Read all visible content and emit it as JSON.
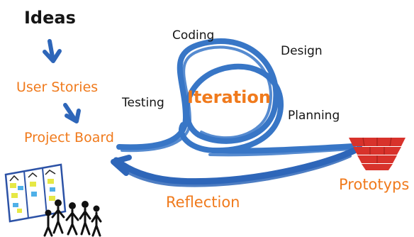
{
  "labels": {
    "ideas": "Ideas",
    "user_stories": "User Stories",
    "project_board": "Project Board",
    "coding": "Coding",
    "design": "Design",
    "testing": "Testing",
    "iteration": "Iteration",
    "planning": "Planning",
    "prototype": "Prototyps",
    "reflection": "Reflection"
  },
  "colors": {
    "orange": "#f07a1c",
    "loop_blue": "#2e6fc4",
    "arrow_blue": "#2e66b9",
    "prototype_red": "#d8322b",
    "text_black": "#151515"
  },
  "icons": [
    "down-arrow-icon",
    "project-board-icon",
    "people-icon",
    "prototype-stack-icon"
  ]
}
